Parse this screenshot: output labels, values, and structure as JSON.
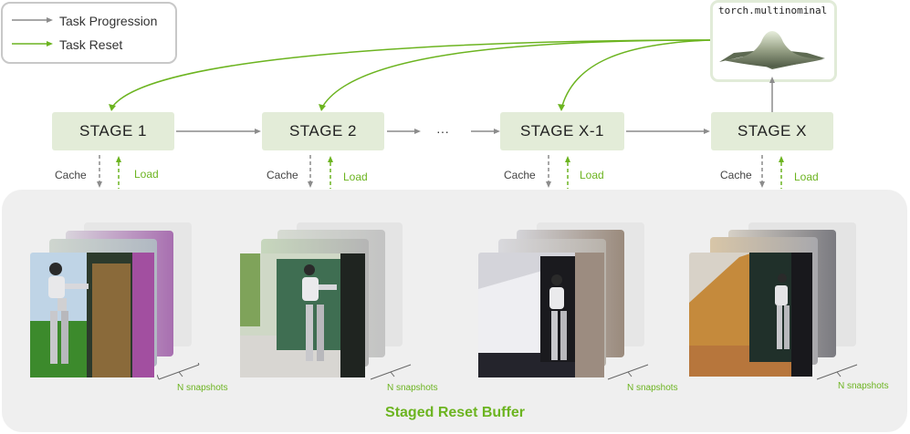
{
  "legend": {
    "items": [
      {
        "label": "Task Progression",
        "color": "#8c8c8c"
      },
      {
        "label": "Task Reset",
        "color": "#6cb420"
      }
    ]
  },
  "distribution": {
    "title": "torch.multinominal"
  },
  "stages": [
    {
      "label": "STAGE 1"
    },
    {
      "label": "STAGE 2"
    },
    {
      "label": "STAGE X-1"
    },
    {
      "label": "STAGE X"
    }
  ],
  "ellipsis": "···",
  "labels": {
    "cache": "Cache",
    "load": "Load",
    "snapshots": "N snapshots"
  },
  "buffer": {
    "title": "Staged Reset Buffer"
  },
  "colors": {
    "reset": "#6cb420",
    "progression": "#8c8c8c",
    "stage_fill": "#e3ecd8",
    "panel": "#efefef"
  }
}
